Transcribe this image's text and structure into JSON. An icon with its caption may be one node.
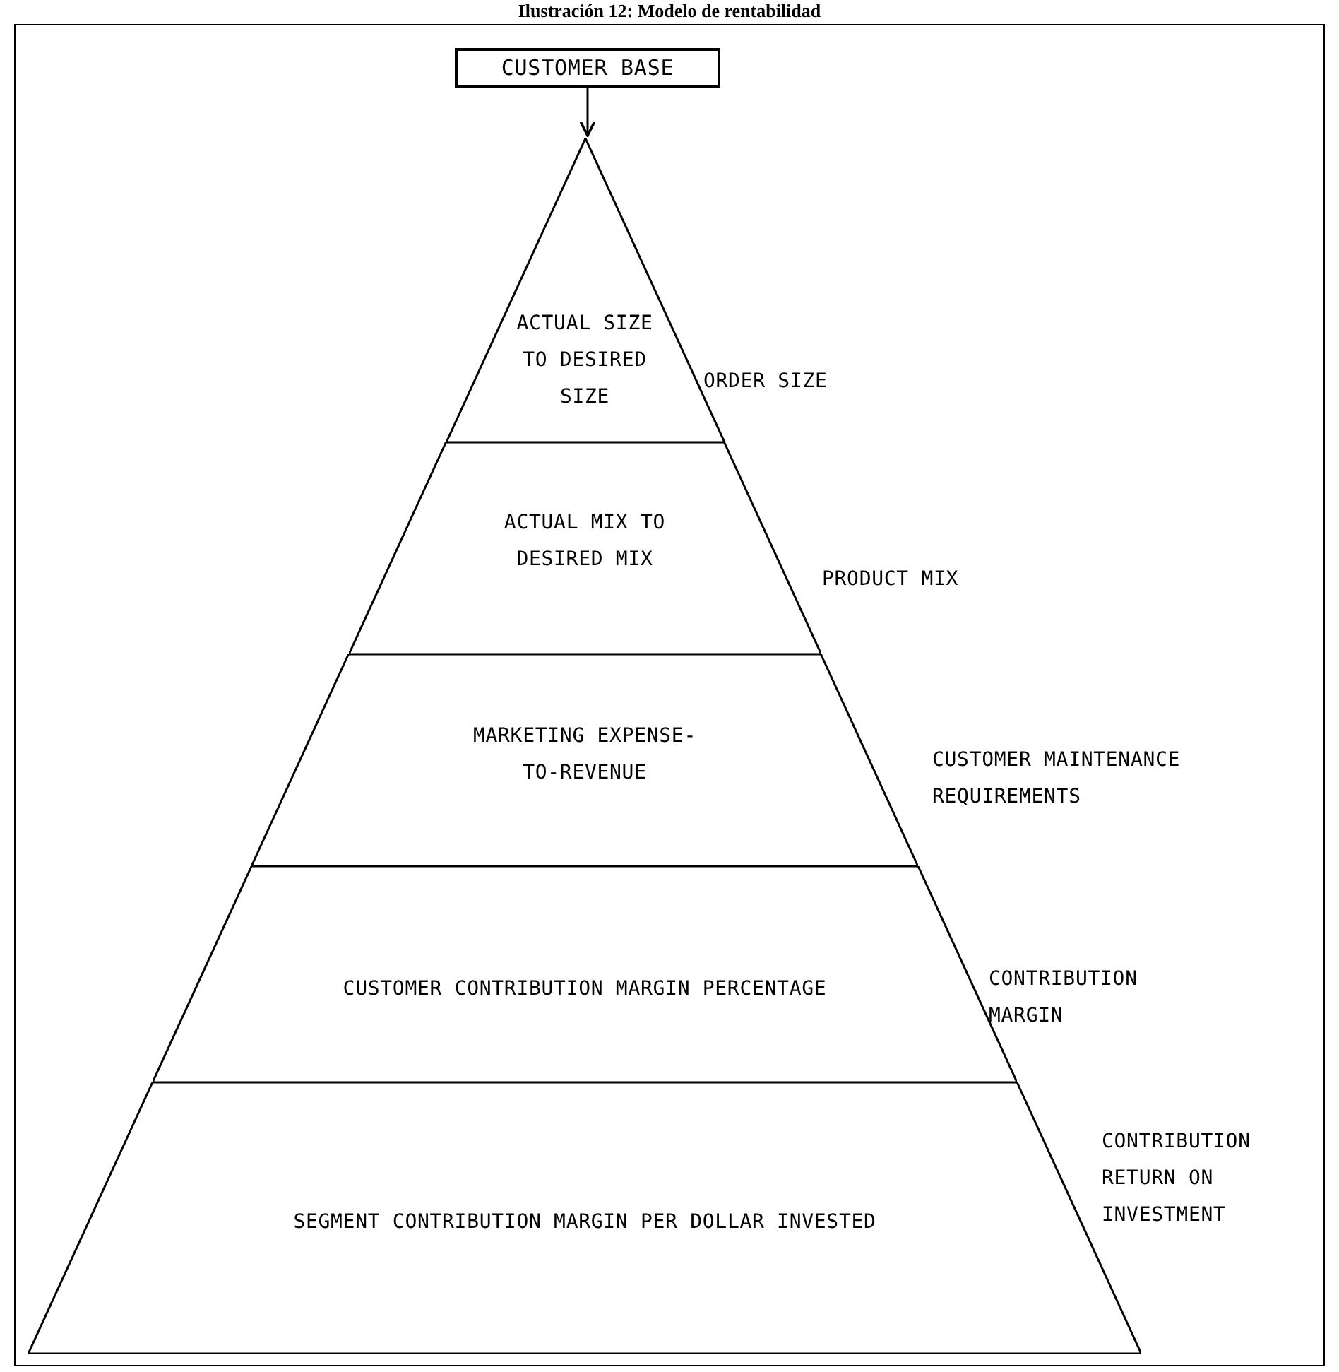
{
  "diagram": {
    "title": "Ilustración 12: Modelo de rentabilidad",
    "nodes": [
      {
        "text": [
          "CUSTOMER BASE"
        ]
      },
      {
        "text": [
          "ACTUAL SIZE TO DESIRED SIZE"
        ],
        "beside": [
          "ORDER SIZE"
        ]
      },
      {
        "text": [
          "ACTUAL MIX TO DESIRED MIX"
        ],
        "beside": [
          "PRODUCT MIX"
        ]
      },
      {
        "text": [
          "MARKETING EXPENSE-TO-REVENUE"
        ],
        "beside": [
          "CUSTOMER MAINTENANCE REQUIREMENTS"
        ]
      },
      {
        "text": [
          "CUSTOMER CONTRIBUTION MARGIN PERCENTAGE"
        ],
        "beside": [
          "CONTRIBUTION MARGIN"
        ]
      },
      {
        "text": [
          "SEGMENT CONTRIBUTION MARGIN PER DOLLAR INVESTED"
        ],
        "beside": [
          "CONTRIBUTION RETURN ON INVESTMENT"
        ]
      }
    ],
    "edges": [
      {
        "from": 0,
        "to": 1,
        "arrow": "to"
      }
    ]
  }
}
